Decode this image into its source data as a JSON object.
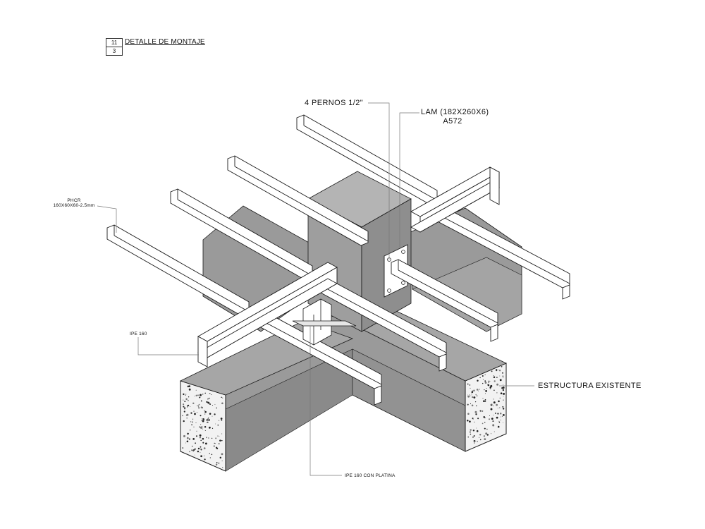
{
  "title_block": {
    "sheet_number": "11",
    "sheet_total": "3",
    "title": "DETALLE DE MONTAJE"
  },
  "labels": {
    "bolts": "4 PERNOS 1/2\"",
    "plate_line1": "LAM (182X260X6)",
    "plate_line2": "A572",
    "phcr_line1": "PHCR",
    "phcr_line2": "160X60X60-2.5mm",
    "ipe_left": "IPE 160",
    "existing": "ESTRUCTURA EXISTENTE",
    "ipe_plate": "IPE 160 CON PLATINA"
  },
  "colors": {
    "concrete_side": "#9c9c9c",
    "concrete_dark": "#7d7d7d",
    "concrete_top": "#b8b8b8",
    "concrete_face": "#f4f4f4",
    "steel_fill": "#ffffff",
    "line": "#1a1a1a"
  }
}
